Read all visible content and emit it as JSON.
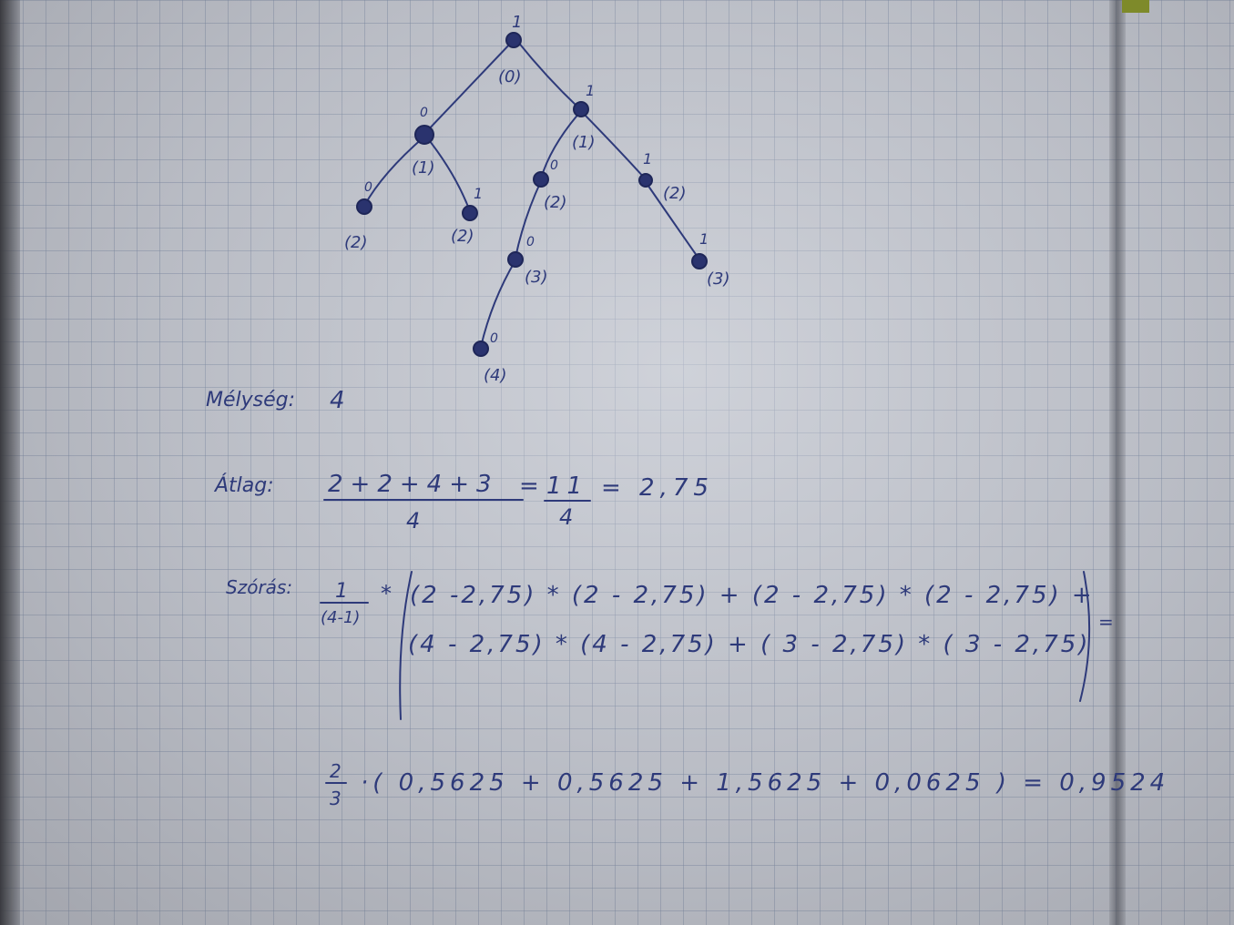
{
  "tree": {
    "nodes": [
      {
        "edge_label": "1",
        "depth_label": "(0)"
      },
      {
        "edge_label": "0",
        "depth_label": "(1)"
      },
      {
        "edge_label": "1",
        "depth_label": "(1)"
      },
      {
        "edge_label": "0",
        "depth_label": "(2)"
      },
      {
        "edge_label": "1",
        "depth_label": "(2)"
      },
      {
        "edge_label": "0",
        "depth_label": "(2)"
      },
      {
        "edge_label": "1",
        "depth_label": "(2)"
      },
      {
        "edge_label": "0",
        "depth_label": "(3)"
      },
      {
        "edge_label": "1",
        "depth_label": "(3)"
      },
      {
        "edge_label": "0",
        "depth_label": "(4)"
      }
    ]
  },
  "depth_line": {
    "label": "Mélység:",
    "value": "4"
  },
  "average_line": {
    "label": "Átlag:",
    "numerator": "2+2+4+3",
    "denominator": "4",
    "eq1": "=",
    "frac2_num": "11",
    "frac2_den": "4",
    "result": "= 2,75"
  },
  "variance_line": {
    "label": "Szórás:",
    "coef_num": "1",
    "coef_den": "(4-1)",
    "times": "*",
    "row1": "(2 -2,75) * (2 - 2,75) + (2 - 2,75) * (2 - 2,75) +",
    "row2": "(4 - 2,75) * (4 - 2,75) + ( 3 - 2,75) * ( 3 - 2,75)",
    "trailing": "="
  },
  "final_line": {
    "coef_num": "2",
    "coef_den": "3",
    "expression": "·( 0,5625 + 0,5625 + 1,5625 + 0,0625 ) = 0,9524"
  }
}
